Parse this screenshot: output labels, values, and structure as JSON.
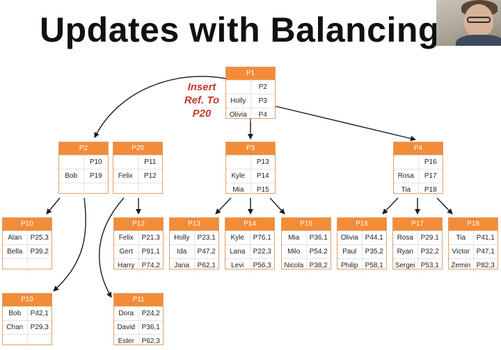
{
  "slide": {
    "title": "Updates with Balancing",
    "annotation": [
      "Insert",
      "Ref. To",
      "P20"
    ]
  },
  "nodes": [
    {
      "id": "P1",
      "rows": [
        [
          "",
          "P2"
        ],
        [
          "Holly",
          "P3"
        ],
        [
          "Olivia",
          "P4"
        ]
      ]
    },
    {
      "id": "P2",
      "rows": [
        [
          "",
          "P10"
        ],
        [
          "Bob",
          "P19"
        ],
        [
          "",
          ""
        ]
      ]
    },
    {
      "id": "P20",
      "rows": [
        [
          "",
          "P11"
        ],
        [
          "Felix",
          "P12"
        ],
        [
          "",
          ""
        ]
      ]
    },
    {
      "id": "P3",
      "rows": [
        [
          "",
          "P13"
        ],
        [
          "Kyle",
          "P14"
        ],
        [
          "Mia",
          "P15"
        ]
      ]
    },
    {
      "id": "P4",
      "rows": [
        [
          "",
          "P16"
        ],
        [
          "Rosa",
          "P17"
        ],
        [
          "Tia",
          "P18"
        ]
      ]
    },
    {
      "id": "P10",
      "rows": [
        [
          "Alan",
          "P25,3"
        ],
        [
          "Bella",
          "P39,2"
        ],
        [
          "",
          ""
        ]
      ]
    },
    {
      "id": "P12",
      "rows": [
        [
          "Felix",
          "P21,3"
        ],
        [
          "Gert",
          "P91,1"
        ],
        [
          "Harry",
          "P74,2"
        ]
      ]
    },
    {
      "id": "P13",
      "rows": [
        [
          "Holly",
          "P23,1"
        ],
        [
          "Ida",
          "P47,2"
        ],
        [
          "Jana",
          "P62,1"
        ]
      ]
    },
    {
      "id": "P14",
      "rows": [
        [
          "Kyle",
          "P76,1"
        ],
        [
          "Lana",
          "P22,3"
        ],
        [
          "Levi",
          "P56,3"
        ]
      ]
    },
    {
      "id": "P15",
      "rows": [
        [
          "Mia",
          "P36,1"
        ],
        [
          "Milo",
          "P54,2"
        ],
        [
          "Nicola",
          "P38,2"
        ]
      ]
    },
    {
      "id": "P16",
      "rows": [
        [
          "Olivia",
          "P44,1"
        ],
        [
          "Paul",
          "P35,2"
        ],
        [
          "Philip",
          "P58,1"
        ]
      ]
    },
    {
      "id": "P17",
      "rows": [
        [
          "Rosa",
          "P29,1"
        ],
        [
          "Ryan",
          "P32,2"
        ],
        [
          "Sergei",
          "P53,1"
        ]
      ]
    },
    {
      "id": "P18",
      "rows": [
        [
          "Tia",
          "P41,1"
        ],
        [
          "Victor",
          "P47,1"
        ],
        [
          "Zemin",
          "P82,3"
        ]
      ]
    },
    {
      "id": "P19",
      "rows": [
        [
          "Bob",
          "P42,1"
        ],
        [
          "Chan",
          "P29,3"
        ],
        [
          "",
          ""
        ]
      ]
    },
    {
      "id": "P11",
      "rows": [
        [
          "Dora",
          "P24,2"
        ],
        [
          "David",
          "P36,1"
        ],
        [
          "Ester",
          "P62,3"
        ]
      ]
    }
  ],
  "edges": [
    {
      "from": "P1",
      "to": "P2"
    },
    {
      "from": "P1",
      "to": "P3"
    },
    {
      "from": "P1",
      "to": "P4"
    },
    {
      "from": "P2",
      "to": "P10"
    },
    {
      "from": "P2",
      "to": "P19"
    },
    {
      "from": "P20",
      "to": "P12"
    },
    {
      "from": "P20",
      "to": "P11"
    },
    {
      "from": "P3",
      "to": "P13"
    },
    {
      "from": "P3",
      "to": "P14"
    },
    {
      "from": "P3",
      "to": "P15"
    },
    {
      "from": "P4",
      "to": "P16"
    },
    {
      "from": "P4",
      "to": "P17"
    },
    {
      "from": "P4",
      "to": "P18"
    }
  ],
  "colors": {
    "header": "#f28c38",
    "annotation": "#c0392b",
    "arrow": "#1a1a1a"
  }
}
